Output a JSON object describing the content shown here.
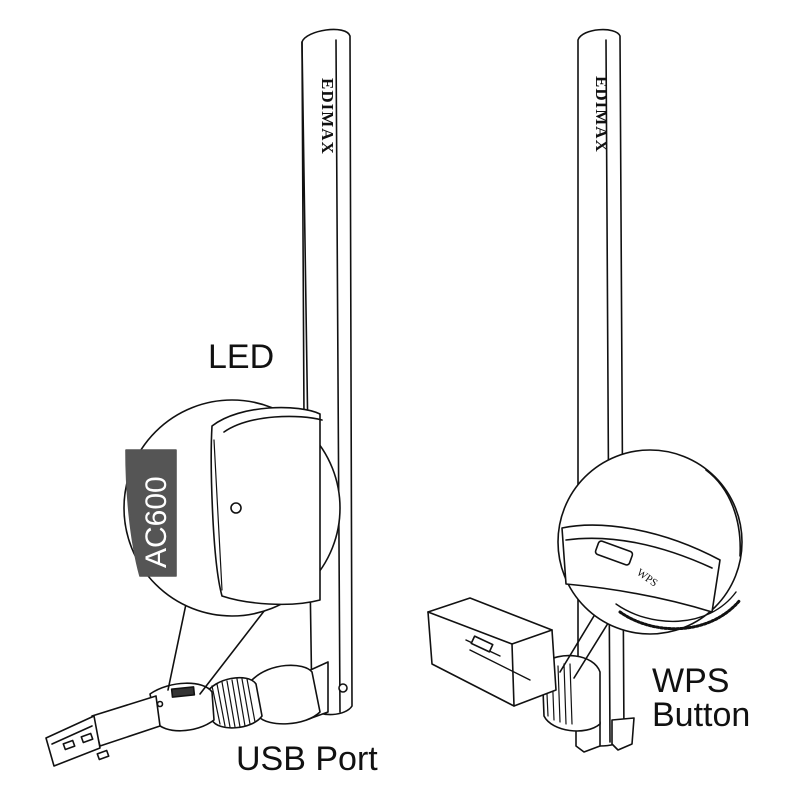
{
  "labels": {
    "led": "LED",
    "usb_port": "USB Port",
    "wps_line1": "WPS",
    "wps_line2": "Button"
  },
  "product": {
    "brand": "EDIMAX",
    "model": "AC600",
    "wps_marking": "WPS"
  },
  "colors": {
    "line": "#111111",
    "badge": "#555555",
    "background": "#ffffff"
  }
}
